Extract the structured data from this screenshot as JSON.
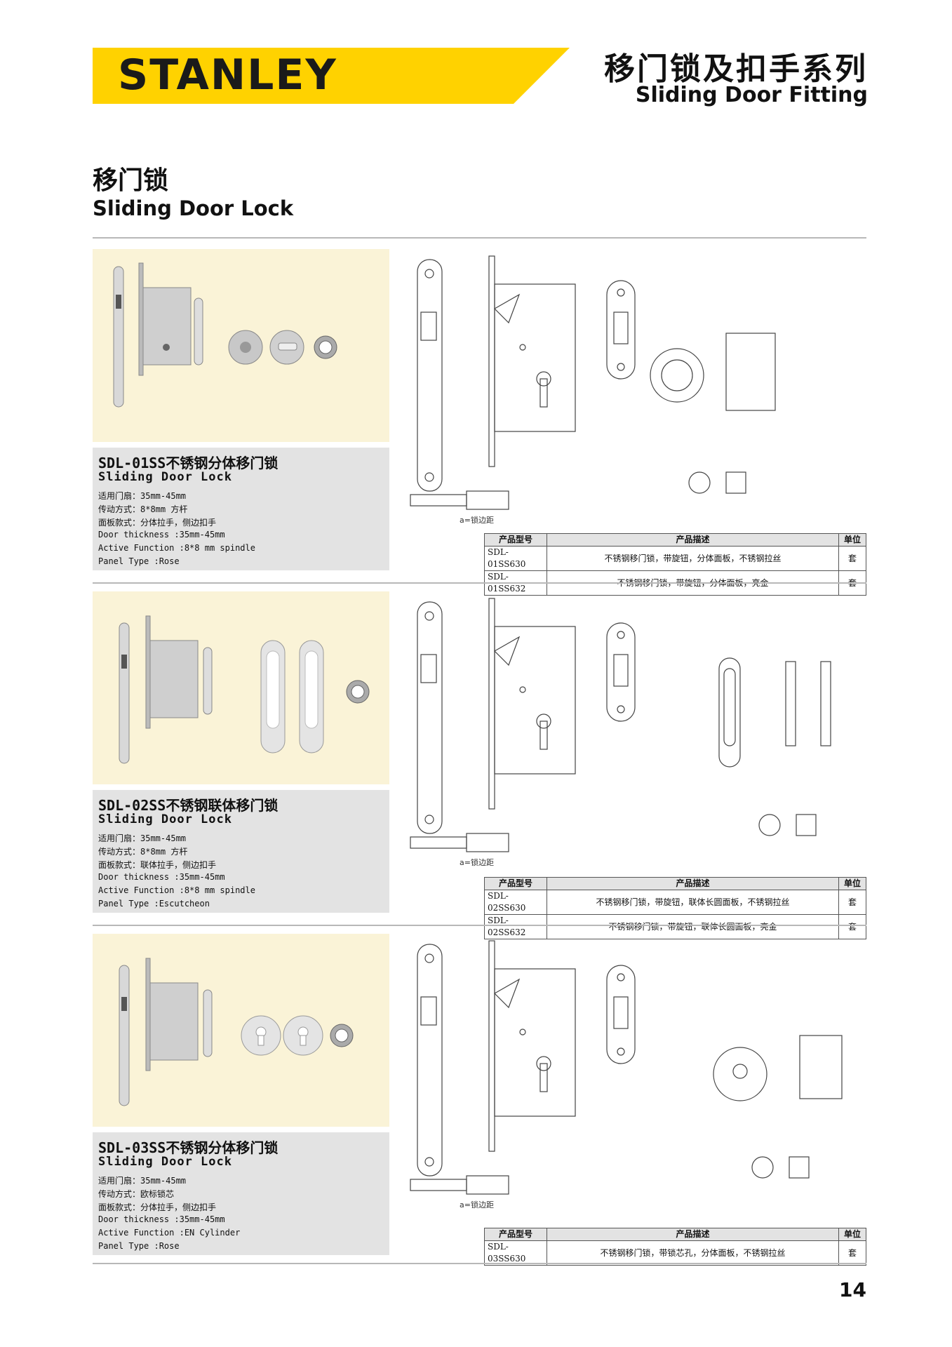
{
  "header": {
    "brand": "STANLEY",
    "series_cn": "移门锁及扣手系列",
    "series_en": "Sliding Door Fitting",
    "accent_color": "#FFD200"
  },
  "section": {
    "title_cn": "移门锁",
    "title_en": "Sliding Door Lock"
  },
  "products": [
    {
      "title": "SDL-01SS不锈钢分体移门锁",
      "subtitle": "Sliding Door Lock",
      "lines": [
        "适用门扇：35mm-45mm",
        "传动方式：8*8mm 方杆",
        "面板款式：分体拉手，侧边扣手",
        "Door thickness :35mm-45mm",
        "Active Function :8*8 mm spindle",
        "Panel Type :Rose"
      ],
      "dim_note": "a=锁边距",
      "table_headers": [
        "产品型号",
        "产品描述",
        "单位"
      ],
      "rows": [
        [
          "SDL-01SS630",
          "不锈钢移门锁，带旋钮，分体面板，不锈钢拉丝",
          "套"
        ],
        [
          "SDL-01SS632",
          "不锈钢移门锁，带旋钮，分体面板，亮金",
          "套"
        ]
      ]
    },
    {
      "title": "SDL-02SS不锈钢联体移门锁",
      "subtitle": "Sliding Door Lock",
      "lines": [
        "适用门扇：35mm-45mm",
        "传动方式：8*8mm 方杆",
        "面板款式：联体拉手，侧边扣手",
        "Door thickness :35mm-45mm",
        "Active Function :8*8 mm spindle",
        "Panel Type :Escutcheon"
      ],
      "dim_note": "a=锁边距",
      "table_headers": [
        "产品型号",
        "产品描述",
        "单位"
      ],
      "rows": [
        [
          "SDL-02SS630",
          "不锈钢移门锁，带旋钮，联体长圆面板，不锈钢拉丝",
          "套"
        ],
        [
          "SDL-02SS632",
          "不锈钢移门锁，带旋钮，联体长圆面板，亮金",
          "套"
        ]
      ]
    },
    {
      "title": "SDL-03SS不锈钢分体移门锁",
      "subtitle": "Sliding Door Lock",
      "lines": [
        "适用门扇：35mm-45mm",
        "传动方式：欧标锁芯",
        "面板款式：分体拉手，侧边扣手",
        "Door thickness :35mm-45mm",
        "Active Function :EN Cylinder",
        "Panel Type :Rose"
      ],
      "dim_note": "a=锁边距",
      "table_headers": [
        "产品型号",
        "产品描述",
        "单位"
      ],
      "rows": [
        [
          "SDL-03SS630",
          "不锈钢移门锁，带锁芯孔，分体面板，不锈钢拉丝",
          "套"
        ]
      ]
    }
  ],
  "page_number": "14"
}
